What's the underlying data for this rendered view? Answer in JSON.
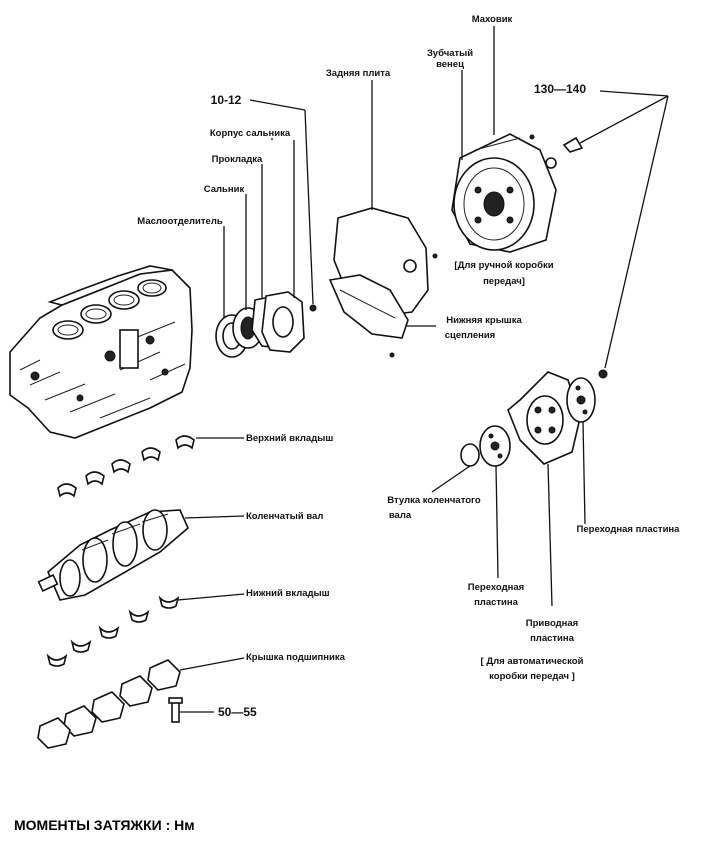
{
  "labels": {
    "flywheel": "Маховик",
    "ring_gear_1": "Зубчатый",
    "ring_gear_2": "венец",
    "rear_plate": "Задняя плита",
    "torque_10_12": "10-12",
    "torque_130_140": "130—140",
    "seal_housing": "Корпус сальника",
    "gasket": "Прокладка",
    "oil_seal": "Сальник",
    "oil_separator": "Маслоотделитель",
    "manual_1": "[Для ручной коробки",
    "manual_2": "передач]",
    "clutch_cover_1": "Нижняя крышка",
    "clutch_cover_2": "сцепления",
    "upper_bearings": "Верхний вкладыш",
    "crankshaft": "Коленчатый вал",
    "bushing_1": "Втулка коленчатого",
    "bushing_2": "вала",
    "adapter_plate_right": "Переходная пластина",
    "lower_bearings": "Нижний вкладыш",
    "adapter_plate_1": "Переходная",
    "adapter_plate_2": "пластина",
    "drive_plate_1": "Приводная",
    "drive_plate_2": "пластина",
    "bearing_cap": "Крышка подшипника",
    "auto_1": "[ Для автоматической",
    "auto_2": "коробки передач ]",
    "torque_50_55": "50—55"
  },
  "footer": {
    "title": "МОМЕНТЫ ЗАТЯЖКИ : Нм"
  }
}
